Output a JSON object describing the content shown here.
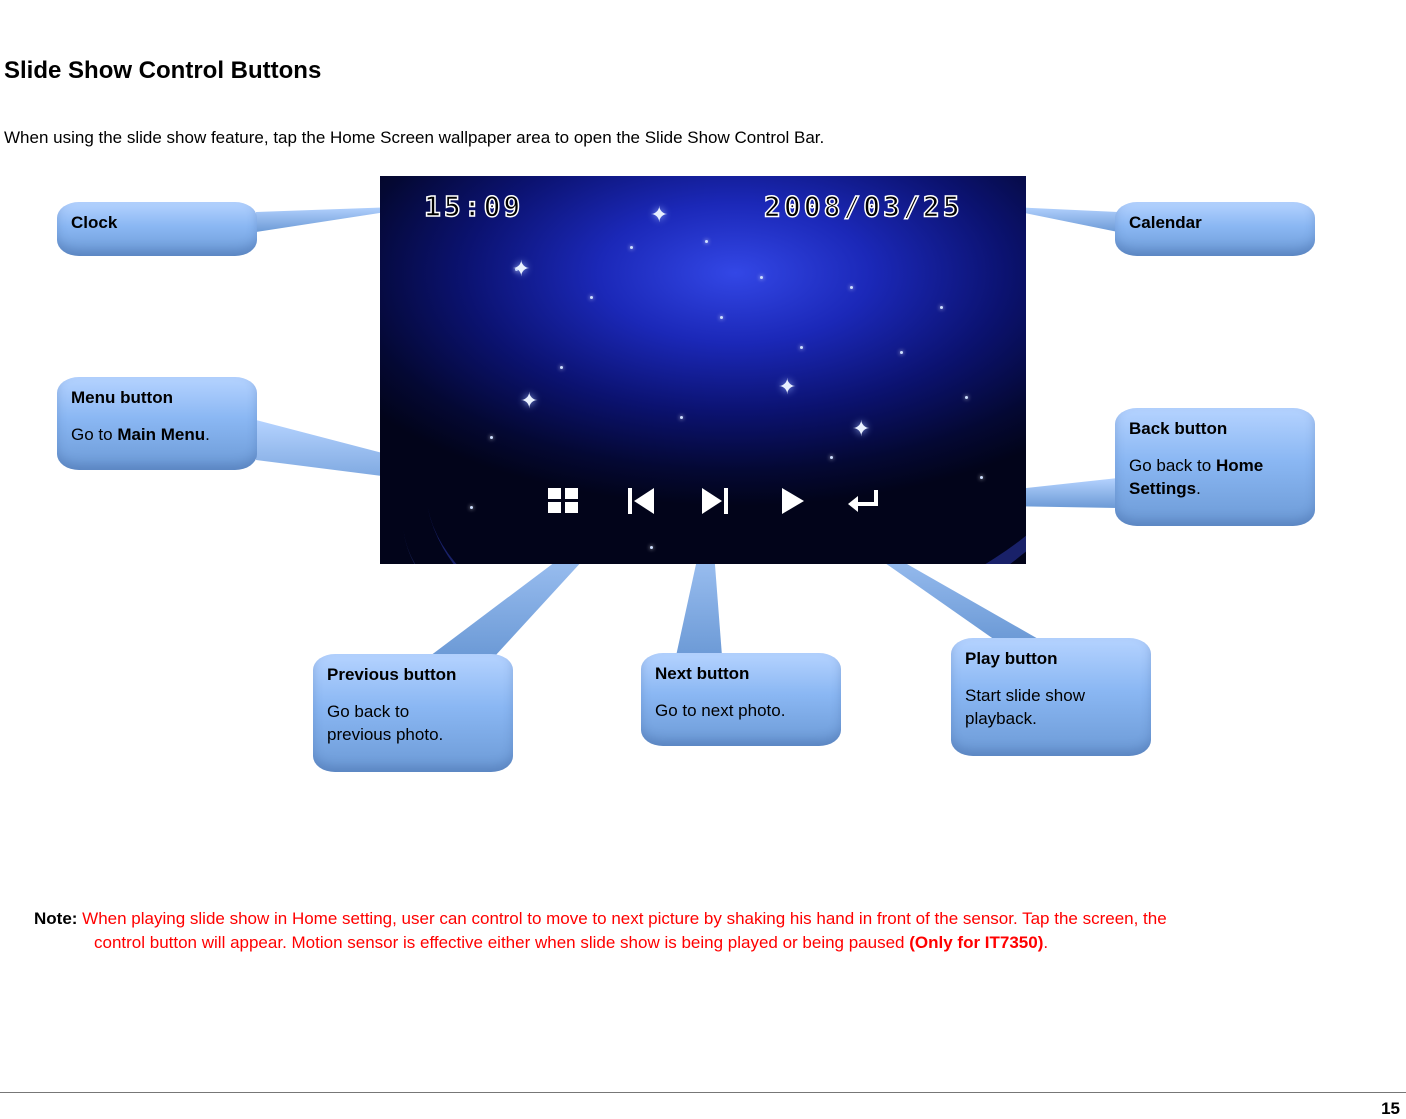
{
  "heading": "Slide Show Control Buttons",
  "intro": "When using the slide show feature, tap the Home Screen wallpaper area to open the Slide Show Control Bar.",
  "screen": {
    "clock": "15:09",
    "date": "2008/03/25",
    "controls": [
      "menu-icon",
      "previous-icon",
      "next-icon",
      "play-icon",
      "back-icon"
    ]
  },
  "callouts": {
    "clock": {
      "title": "Clock"
    },
    "calendar": {
      "title": "Calendar"
    },
    "menu": {
      "title": "Menu button",
      "desc_pre": "Go to ",
      "desc_bold": "Main Menu",
      "desc_post": "."
    },
    "back": {
      "title": "Back button",
      "desc_pre": "Go back to ",
      "desc_bold": "Home Settings",
      "desc_post": "."
    },
    "previous": {
      "title": "Previous button",
      "desc": "Go back to previous photo."
    },
    "next": {
      "title": "Next button",
      "desc": "Go to next photo."
    },
    "play": {
      "title": "Play button",
      "desc": "Start slide show playback."
    }
  },
  "note": {
    "label": "Note:",
    "text_line1": " When playing slide show in Home setting, user can control to move to next picture by shaking his hand in front of the sensor. Tap the screen, the",
    "text_line2": "control button will appear. Motion sensor is effective either when slide show is being played or being paused ",
    "bold": "(Only for IT7350)",
    "end": "."
  },
  "page_number": "15",
  "colors": {
    "callout_light": "#b5d3ff",
    "callout_dark": "#6c9ad6",
    "note_red": "#ff0000",
    "screen_blue": "#1b28b8"
  }
}
